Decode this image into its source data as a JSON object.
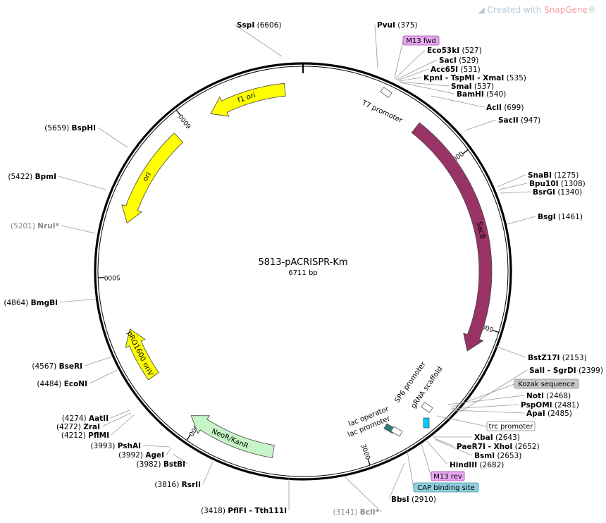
{
  "watermark": {
    "prefix": "Created with ",
    "brand": "SnapGene",
    "mark": "®"
  },
  "plasmid": {
    "name": "5813-pACRISPR-Km",
    "length_label": "6711 bp",
    "length": 6711
  },
  "ticks": [
    "1000",
    "2000",
    "3000",
    "4000",
    "5000",
    "6000"
  ],
  "features": [
    {
      "name": "f1 ori",
      "start": 6605,
      "end": 6145,
      "color": "#ffff00"
    },
    {
      "name": "ori",
      "start": 5910,
      "end": 5320,
      "color": "#ffff00"
    },
    {
      "name": "SacB",
      "start": 710,
      "end": 2160,
      "color": "#993366"
    },
    {
      "name": "NeoR/KanR",
      "start": 3530,
      "end": 4060,
      "color": "#c8f5c8"
    },
    {
      "name": "pRO1600 oriV",
      "start": 4380,
      "end": 4690,
      "color": "#ffff00"
    }
  ],
  "small_features": [
    {
      "name": "T7 promoter",
      "color": "#ffffff"
    },
    {
      "name": "SP6 promoter",
      "color": "#ffffff"
    },
    {
      "name": "gRNA scaffold",
      "color": "#00ccff"
    },
    {
      "name": "lac operator",
      "color": "#2f7f7f"
    },
    {
      "name": "lac promoter",
      "color": "#ffffff"
    }
  ],
  "sites": [
    {
      "name": "SspI",
      "pos": "(6606)",
      "muted": false
    },
    {
      "name": "PvuI",
      "pos": "(375)",
      "muted": false
    },
    {
      "name": "Eco53kI",
      "pos": "(527)",
      "muted": false
    },
    {
      "name": "SacI",
      "pos": "(529)",
      "muted": false
    },
    {
      "name": "Acc65I",
      "pos": "(531)",
      "muted": false
    },
    {
      "name": "KpnI - TspMI - XmaI",
      "pos": "(535)",
      "muted": false
    },
    {
      "name": "SmaI",
      "pos": "(537)",
      "muted": false
    },
    {
      "name": "BamHI",
      "pos": "(540)",
      "muted": false
    },
    {
      "name": "AclI",
      "pos": "(699)",
      "muted": false
    },
    {
      "name": "SacII",
      "pos": "(947)",
      "muted": false
    },
    {
      "name": "SnaBI",
      "pos": "(1275)",
      "muted": false
    },
    {
      "name": "Bpu10I",
      "pos": "(1308)",
      "muted": false
    },
    {
      "name": "BsrGI",
      "pos": "(1340)",
      "muted": false
    },
    {
      "name": "BsgI",
      "pos": "(1461)",
      "muted": false
    },
    {
      "name": "BstZ17I",
      "pos": "(2153)",
      "muted": false
    },
    {
      "name": "SalI - SgrDI",
      "pos": "(2399)",
      "muted": false
    },
    {
      "name": "NotI",
      "pos": "(2468)",
      "muted": false
    },
    {
      "name": "PspOMI",
      "pos": "(2481)",
      "muted": false
    },
    {
      "name": "ApaI",
      "pos": "(2485)",
      "muted": false
    },
    {
      "name": "XbaI",
      "pos": "(2643)",
      "muted": false
    },
    {
      "name": "PaeR7I - XhoI",
      "pos": "(2652)",
      "muted": false
    },
    {
      "name": "BsmI",
      "pos": "(2653)",
      "muted": false
    },
    {
      "name": "HindIII",
      "pos": "(2682)",
      "muted": false
    },
    {
      "name": "BbsI",
      "pos": "(2910)",
      "muted": false
    },
    {
      "name": "BclI*",
      "pos": "(3141)",
      "muted": true
    },
    {
      "name": "PflFI - Tth111I",
      "pos": "(3418)",
      "muted": false
    },
    {
      "name": "RsrII",
      "pos": "(3816)",
      "muted": false
    },
    {
      "name": "BstBI",
      "pos": "(3982)",
      "muted": false
    },
    {
      "name": "AgeI",
      "pos": "(3992)",
      "muted": false
    },
    {
      "name": "PshAI",
      "pos": "(3993)",
      "muted": false
    },
    {
      "name": "PflMI",
      "pos": "(4212)",
      "muted": false
    },
    {
      "name": "ZraI",
      "pos": "(4272)",
      "muted": false
    },
    {
      "name": "AatII",
      "pos": "(4274)",
      "muted": false
    },
    {
      "name": "EcoNI",
      "pos": "(4484)",
      "muted": false
    },
    {
      "name": "BseRI",
      "pos": "(4567)",
      "muted": false
    },
    {
      "name": "BmgBI",
      "pos": "(4864)",
      "muted": false
    },
    {
      "name": "NruI*",
      "pos": "(5201)",
      "muted": true
    },
    {
      "name": "BpmI",
      "pos": "(5422)",
      "muted": false
    },
    {
      "name": "BspHI",
      "pos": "(5659)",
      "muted": false
    }
  ],
  "boxed_labels": [
    {
      "text": "M13 fwd",
      "bg": "#e6a8f0",
      "border": "#a050b0"
    },
    {
      "text": "Kozak sequence",
      "bg": "#c8c8c8",
      "border": "#888888"
    },
    {
      "text": "trc promoter",
      "bg": "#ffffff",
      "border": "#888888"
    },
    {
      "text": "M13 rev",
      "bg": "#e6a8f0",
      "border": "#a050b0"
    },
    {
      "text": "CAP binding site",
      "bg": "#8fd0e0",
      "border": "#4a90a0"
    }
  ]
}
